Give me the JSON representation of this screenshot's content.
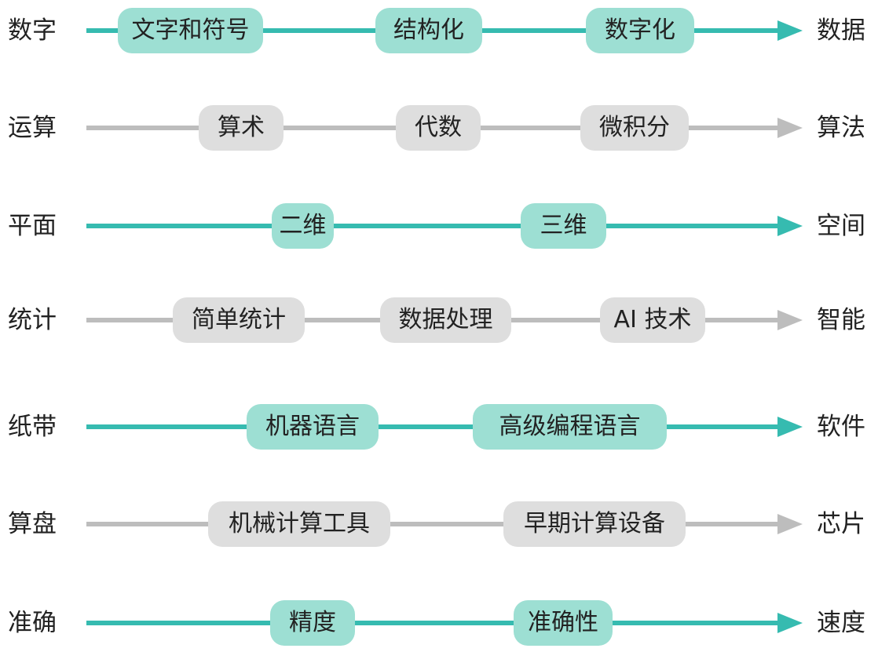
{
  "rows": [
    {
      "from": "数字",
      "to": "数据",
      "style": "teal",
      "steps": [
        "文字和符号",
        "结构化",
        "数字化"
      ]
    },
    {
      "from": "运算",
      "to": "算法",
      "style": "gray",
      "steps": [
        "算术",
        "代数",
        "微积分"
      ]
    },
    {
      "from": "平面",
      "to": "空间",
      "style": "teal",
      "steps": [
        "二维",
        "三维"
      ]
    },
    {
      "from": "统计",
      "to": "智能",
      "style": "gray",
      "steps": [
        "简单统计",
        "数据处理",
        "AI 技术"
      ]
    },
    {
      "from": "纸带",
      "to": "软件",
      "style": "teal",
      "steps": [
        "机器语言",
        "高级编程语言"
      ]
    },
    {
      "from": "算盘",
      "to": "芯片",
      "style": "gray",
      "steps": [
        "机械计算工具",
        "早期计算设备"
      ]
    },
    {
      "from": "准确",
      "to": "速度",
      "style": "teal",
      "steps": [
        "精度",
        "准确性"
      ]
    }
  ],
  "colors": {
    "teal_line": "#36bbb0",
    "teal_pill": "#9ddfd3",
    "gray_line": "#bdbdbd",
    "gray_pill": "#dedede"
  }
}
